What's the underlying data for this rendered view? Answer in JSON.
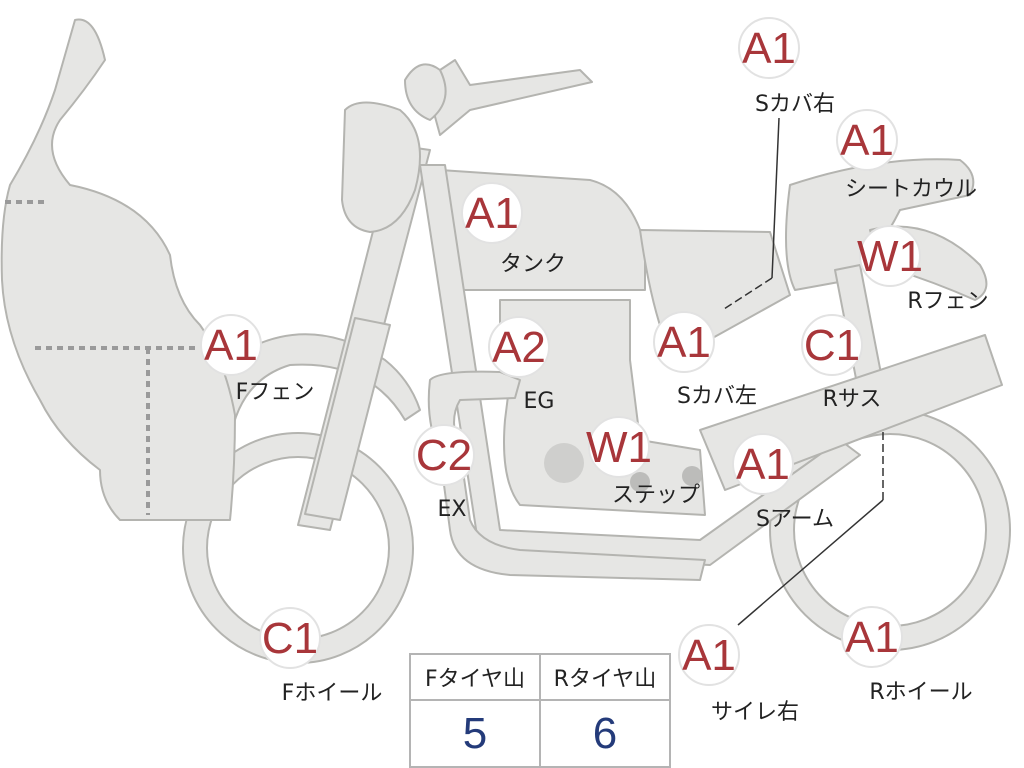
{
  "markers": [
    {
      "id": "s-cover-right",
      "grade": "A1",
      "label": "Sカバ右"
    },
    {
      "id": "seat-cowl",
      "grade": "A1",
      "label": "シートカウル"
    },
    {
      "id": "tank",
      "grade": "A1",
      "label": "タンク"
    },
    {
      "id": "rear-fender",
      "grade": "W1",
      "label": "Rフェン"
    },
    {
      "id": "front-fender",
      "grade": "A1",
      "label": "Fフェン"
    },
    {
      "id": "engine",
      "grade": "A2",
      "label": "EG"
    },
    {
      "id": "s-cover-left",
      "grade": "A1",
      "label": "Sカバ左"
    },
    {
      "id": "rear-suspension",
      "grade": "C1",
      "label": "Rサス"
    },
    {
      "id": "exhaust",
      "grade": "C2",
      "label": "EX"
    },
    {
      "id": "step",
      "grade": "W1",
      "label": "ステップ"
    },
    {
      "id": "swing-arm",
      "grade": "A1",
      "label": "Sアーム"
    },
    {
      "id": "front-wheel",
      "grade": "C1",
      "label": "Fホイール"
    },
    {
      "id": "silencer-right",
      "grade": "A1",
      "label": "サイレ右"
    },
    {
      "id": "rear-wheel",
      "grade": "A1",
      "label": "Rホイール"
    }
  ],
  "tread_table": {
    "headers": [
      "Fタイヤ山",
      "Rタイヤ山"
    ],
    "values": [
      "5",
      "6"
    ]
  }
}
